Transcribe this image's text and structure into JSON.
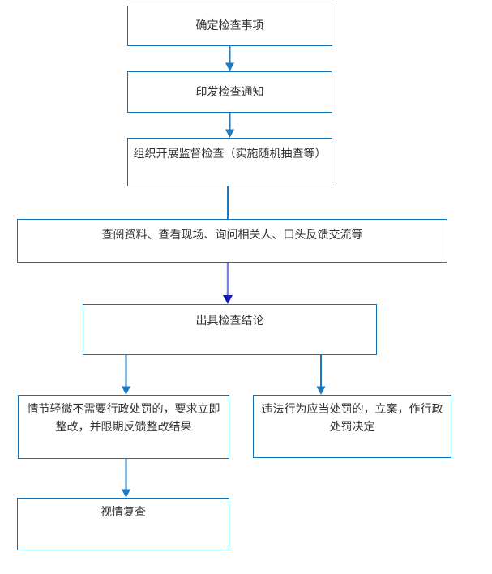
{
  "diagram": {
    "type": "flowchart",
    "background": "#ffffff",
    "colors": {
      "box_border": "#1172BA",
      "box_fill": "#ffffff",
      "text": "#333333",
      "arrow": "#1B7AC2",
      "accent_arrow_stem": "#7F7FE8",
      "accent_arrow_head": "#1616AE"
    },
    "nodes": [
      {
        "id": "determine-items",
        "label": "确定检查事项"
      },
      {
        "id": "issue-notice",
        "label": "印发检查通知"
      },
      {
        "id": "organize-inspection",
        "label": "组织开展监督检查（实施随机抽查等）"
      },
      {
        "id": "onsite-methods",
        "label": "查阅资料、查看现场、询问相关人、口头反馈交流等"
      },
      {
        "id": "issue-conclusion",
        "label": "出具检查结论"
      },
      {
        "id": "minor-rectify",
        "label": "情节轻微不需要行政处罚的，要求立即\n整改，并限期反馈整改结果"
      },
      {
        "id": "penalty-case",
        "label": "违法行为应当处罚的，立案，作行政\n处罚决定"
      },
      {
        "id": "review",
        "label": "视情复查"
      }
    ],
    "edges": [
      {
        "from": "determine-items",
        "to": "issue-notice",
        "arrowhead": true
      },
      {
        "from": "issue-notice",
        "to": "organize-inspection",
        "arrowhead": true
      },
      {
        "from": "organize-inspection",
        "to": "onsite-methods",
        "arrowhead": false
      },
      {
        "from": "onsite-methods",
        "to": "issue-conclusion",
        "arrowhead": true,
        "accent": true
      },
      {
        "from": "issue-conclusion",
        "to": "minor-rectify",
        "arrowhead": true
      },
      {
        "from": "issue-conclusion",
        "to": "penalty-case",
        "arrowhead": true
      },
      {
        "from": "minor-rectify",
        "to": "review",
        "arrowhead": true
      }
    ]
  }
}
